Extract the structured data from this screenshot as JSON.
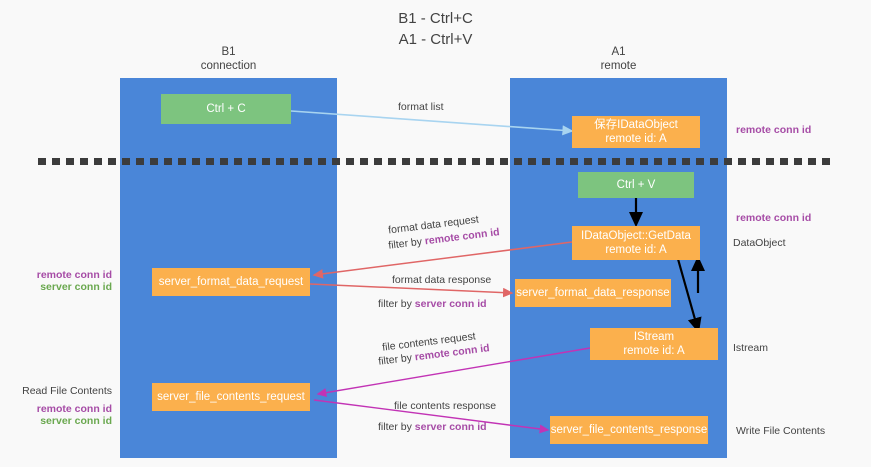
{
  "title": {
    "line1": "B1 - Ctrl+C",
    "line2": "A1 - Ctrl+V"
  },
  "colors": {
    "lane": "#4a86d8",
    "box_green": "#7dc47f",
    "box_orange": "#fbb04d",
    "accent_purple": "#a64ca6",
    "accent_green": "#6aa84f",
    "arrow_lightblue": "#a8d4f0",
    "arrow_red": "#e06666",
    "arrow_magenta": "#c233b5",
    "arrow_black": "#000000",
    "divider": "#3c3c3c",
    "background": "#f9f9f9",
    "text": "#434343"
  },
  "lanes": [
    {
      "id": "b1",
      "name": "B1",
      "role": "connection"
    },
    {
      "id": "a1",
      "name": "A1",
      "role": "remote"
    }
  ],
  "boxes": [
    {
      "id": "ctrl-c",
      "lane": "b1",
      "kind": "green",
      "line1": "Ctrl + C",
      "line2": ""
    },
    {
      "id": "save-idataobject",
      "lane": "a1",
      "kind": "orange",
      "line1": "保存IDataObject",
      "line2": "remote id: A"
    },
    {
      "id": "ctrl-v",
      "lane": "a1",
      "kind": "green",
      "line1": "Ctrl + V",
      "line2": ""
    },
    {
      "id": "idataobject-getdata",
      "lane": "a1",
      "kind": "orange",
      "line1": "IDataObject::GetData",
      "line2": "remote id: A"
    },
    {
      "id": "server-format-data-request",
      "lane": "b1",
      "kind": "orange",
      "line1": "server_format_data_request",
      "line2": ""
    },
    {
      "id": "server-format-data-response",
      "lane": "a1",
      "kind": "orange",
      "line1": "server_format_data_response",
      "line2": ""
    },
    {
      "id": "istream",
      "lane": "a1",
      "kind": "orange",
      "line1": "IStream",
      "line2": "remote id: A"
    },
    {
      "id": "server-file-contents-request",
      "lane": "b1",
      "kind": "orange",
      "line1": "server_file_contents_request",
      "line2": ""
    },
    {
      "id": "server-file-contents-response",
      "lane": "a1",
      "kind": "orange",
      "line1": "server_file_contents_response",
      "line2": ""
    }
  ],
  "middle_labels": [
    {
      "id": "format-list",
      "text": "format list"
    },
    {
      "id": "format-data-request",
      "text": "format data request"
    },
    {
      "id": "format-data-request-filter-pre",
      "text": "filter by "
    },
    {
      "id": "format-data-request-filter-key",
      "text": "remote conn id"
    },
    {
      "id": "format-data-response",
      "text": "format data response"
    },
    {
      "id": "format-data-response-filter-pre",
      "text": "filter by "
    },
    {
      "id": "format-data-response-filter-key",
      "text": "server conn id"
    },
    {
      "id": "file-contents-request",
      "text": "file contents request"
    },
    {
      "id": "file-contents-request-filter-pre",
      "text": "filter by "
    },
    {
      "id": "file-contents-request-filter-key",
      "text": "remote conn id"
    },
    {
      "id": "file-contents-response",
      "text": "file contents response"
    },
    {
      "id": "file-contents-response-filter-pre",
      "text": "filter by "
    },
    {
      "id": "file-contents-response-filter-key",
      "text": "server conn id"
    }
  ],
  "left_notes": [
    {
      "id": "left-remote-conn-id",
      "text": "remote conn id",
      "style": "purple"
    },
    {
      "id": "left-server-conn-id",
      "text": "server conn id",
      "style": "green"
    },
    {
      "id": "read-file-contents",
      "text": "Read File Contents",
      "style": "plain"
    },
    {
      "id": "left-remote-conn-id-2",
      "text": "remote conn id",
      "style": "purple"
    },
    {
      "id": "left-server-conn-id-2",
      "text": "server conn id",
      "style": "green"
    }
  ],
  "right_notes": [
    {
      "id": "right-remote-conn-id",
      "text": "remote conn id",
      "style": "purple"
    },
    {
      "id": "right-remote-conn-id-2",
      "text": "remote conn id",
      "style": "purple"
    },
    {
      "id": "right-dataobject",
      "text": "DataObject",
      "style": "plain"
    },
    {
      "id": "right-istream",
      "text": "Istream",
      "style": "plain"
    },
    {
      "id": "write-file-contents",
      "text": "Write File Contents",
      "style": "plain"
    }
  ]
}
